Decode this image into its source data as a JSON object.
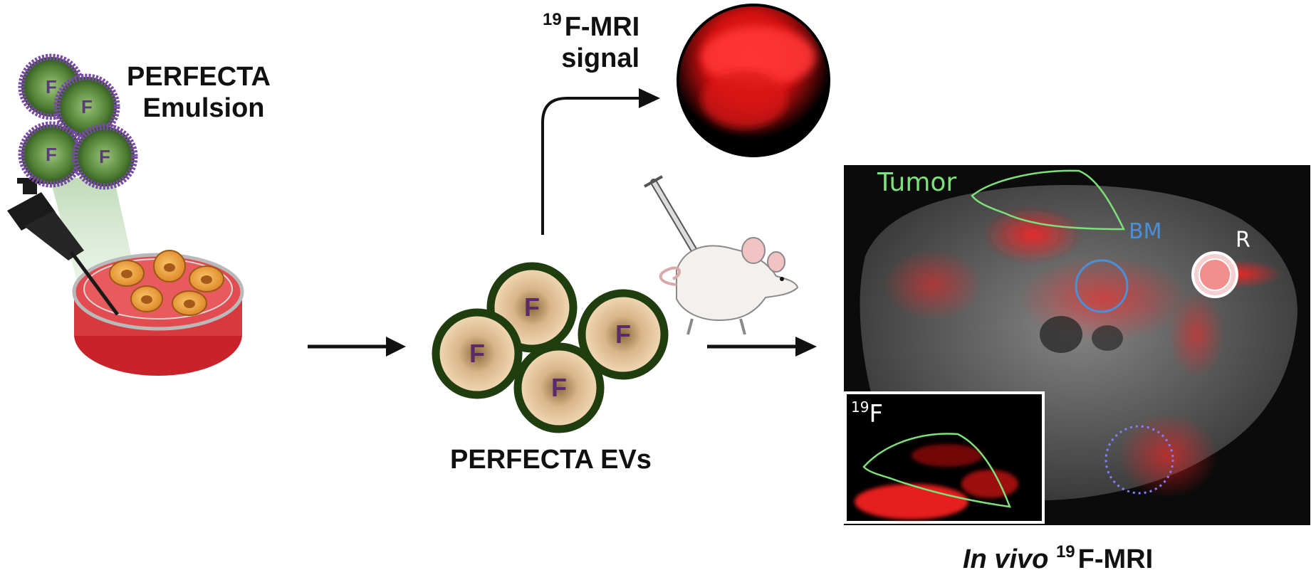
{
  "emulsion_label": {
    "line1": "PERFECTA",
    "line2": "Emulsion"
  },
  "fmri_signal_label": {
    "sup": "19",
    "line1": "F-MRI",
    "line2": "signal"
  },
  "evs_label": "PERFECTA EVs",
  "droplet_letter": "F",
  "ev_letter": "F",
  "mri_panel": {
    "tumor_label": "Tumor",
    "bm_label": "BM",
    "r_label": "R",
    "inset_sup": "19",
    "inset_letter": "F"
  },
  "invivo_label": {
    "italic": "In vivo",
    "sup": "19",
    "rest": "F-MRI"
  },
  "colors": {
    "tumor_outline": "#7ee07a",
    "bm_outline": "#4a90d9",
    "signal_red": "#ff2a2a",
    "ev_shell": "#1f3d0e",
    "droplet_core": "#5b8a3c"
  }
}
